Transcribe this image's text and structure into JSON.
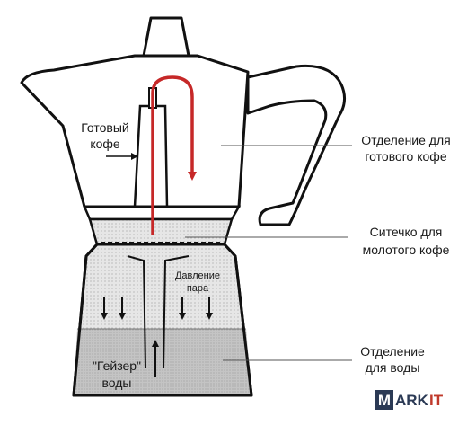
{
  "labels": {
    "ready_coffee": [
      "Готовый",
      "кофе"
    ],
    "chamber_ready": [
      "Отделение для",
      "готового кофе"
    ],
    "filter": [
      "Ситечко  для",
      "молотого кофе"
    ],
    "steam_pressure": [
      "Давление",
      "пара"
    ],
    "geyser": [
      "\"Гейзер\"",
      "воды"
    ],
    "water_chamber": [
      "Отделение",
      "для воды"
    ]
  },
  "logo": {
    "letter": "M",
    "rest_a": "ARK",
    "rest_b": "IT"
  },
  "colors": {
    "flow_arrow": "#c62828",
    "water": "#bdbdbd",
    "outline": "#111111",
    "logo_box": "#2b3a55"
  }
}
